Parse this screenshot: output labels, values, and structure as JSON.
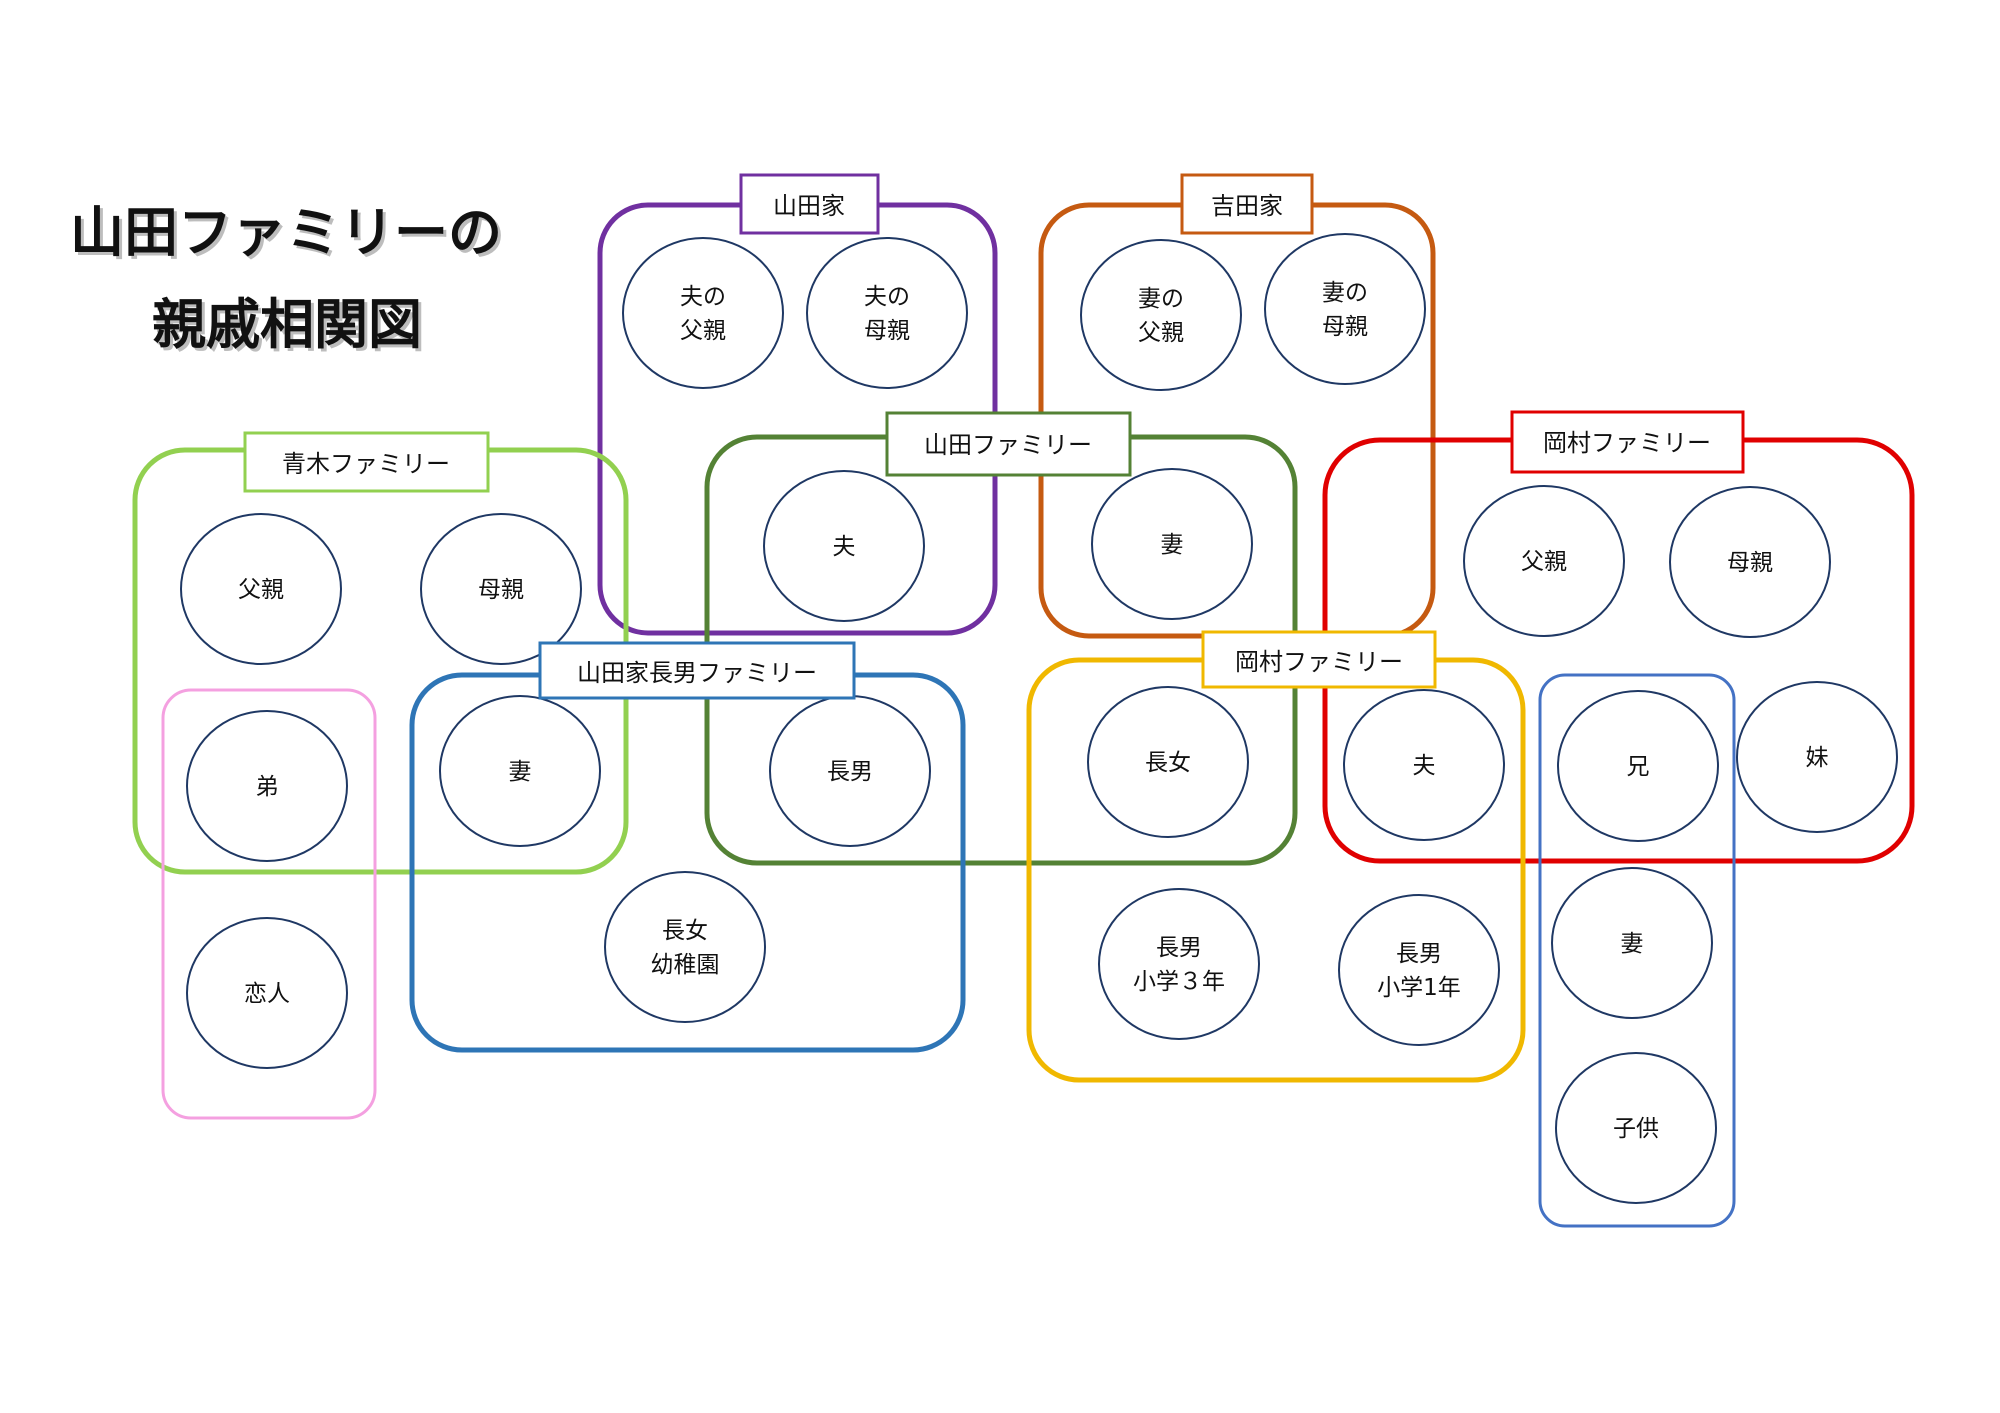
{
  "title": {
    "line1": "山田ファミリーの",
    "line2": "親戚相関図"
  },
  "colors": {
    "yamada_ke": "#7030a0",
    "yoshida_ke": "#c55a11",
    "yamada_family": "#548235",
    "aoki_family": "#92d050",
    "okamura_family_top": "#e00000",
    "yamada_chounan_family": "#2e75b6",
    "okamura_family_bottom": "#f0b800",
    "siblings": "#4472c4",
    "lovers": "#f4a0e0",
    "node_stroke": "#1f3864"
  },
  "groups": {
    "yamada_ke": "山田家",
    "yoshida_ke": "吉田家",
    "yamada_family": "山田ファミリー",
    "aoki_family": "青木ファミリー",
    "okamura_family_top": "岡村ファミリー",
    "yamada_chounan_family": "山田家長男ファミリー",
    "okamura_family_bottom": "岡村ファミリー"
  },
  "nodes": {
    "husband_father": [
      "夫の",
      "父親"
    ],
    "husband_mother": [
      "夫の",
      "母親"
    ],
    "wife_father": [
      "妻の",
      "父親"
    ],
    "wife_mother": [
      "妻の",
      "母親"
    ],
    "husband": [
      "夫"
    ],
    "wife": [
      "妻"
    ],
    "aoki_father": [
      "父親"
    ],
    "aoki_mother": [
      "母親"
    ],
    "younger_brother": [
      "弟"
    ],
    "lover": [
      "恋人"
    ],
    "chounan_wife": [
      "妻"
    ],
    "eldest_son": [
      "長男"
    ],
    "chounan_eldest_daughter": [
      "長女",
      "幼稚園"
    ],
    "okamura_eldest_daughter": [
      "長女"
    ],
    "okamura_husband": [
      "夫"
    ],
    "okamura_son_3": [
      "長男",
      "小学３年"
    ],
    "okamura_son_1": [
      "長男",
      "小学1年"
    ],
    "okamura_father": [
      "父親"
    ],
    "okamura_mother": [
      "母親"
    ],
    "older_brother": [
      "兄"
    ],
    "younger_sister": [
      "妹"
    ],
    "older_brother_wife": [
      "妻"
    ],
    "child": [
      "子供"
    ]
  }
}
